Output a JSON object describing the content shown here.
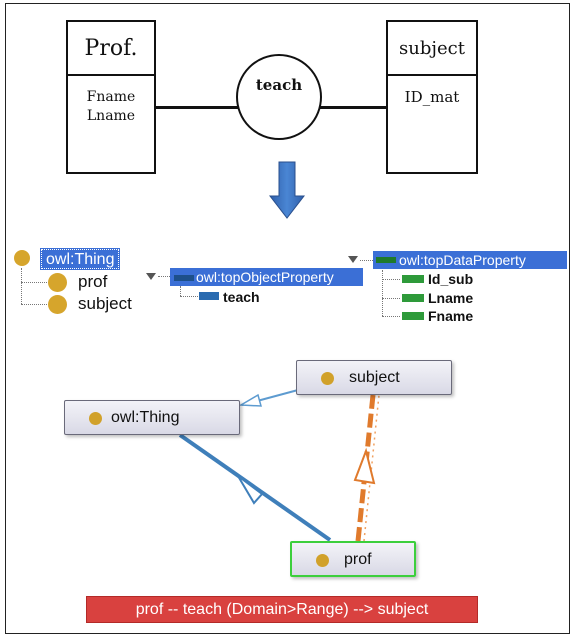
{
  "er_diagram": {
    "entity_prof": {
      "name": "Prof.",
      "attributes": [
        "Fname",
        "Lname"
      ]
    },
    "entity_subject": {
      "name": "subject",
      "attributes": [
        "ID_mat"
      ]
    },
    "relationship": {
      "name": "teach"
    }
  },
  "class_tree": {
    "root": "owl:Thing",
    "children": [
      "prof",
      "subject"
    ]
  },
  "object_property_tree": {
    "root": "owl:topObjectProperty",
    "children": [
      "teach"
    ]
  },
  "data_property_tree": {
    "root": "owl:topDataProperty",
    "children": [
      "Id_sub",
      "Lname",
      "Fname"
    ]
  },
  "graph": {
    "nodes": {
      "thing": "owl:Thing",
      "subject": "subject",
      "prof": "prof"
    }
  },
  "caption": "prof -- teach (Domain>Range) --> subject",
  "colors": {
    "selection": "#3b6fd6",
    "class_dot": "#d6a52c",
    "object_property": "#2a6bb0",
    "data_property": "#2e9a3a",
    "subclass_edge": "#4a8ac0",
    "relation_edge": "#e07a2c",
    "caption_bg": "#d9413f",
    "down_arrow": "#3a72c4"
  }
}
